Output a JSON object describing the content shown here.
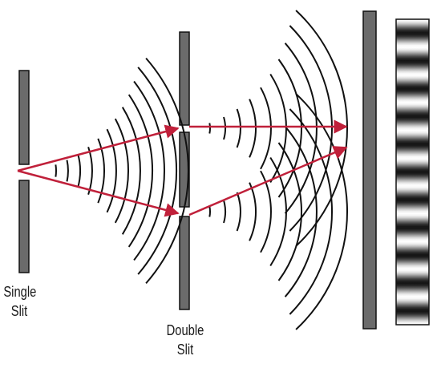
{
  "labels": {
    "single_slit": [
      "Single",
      "Slit"
    ],
    "double_slit": [
      "Double",
      "Slit"
    ]
  },
  "colors": {
    "barrier_fill": "#6b6b6b",
    "barrier_stroke": "#111111",
    "ray": "#c0203a",
    "wave": "#111111",
    "background": "#ffffff"
  },
  "diagram": {
    "single_slit_wave_count": 12,
    "double_slit_wave_count_per_slit": 10,
    "fringe_count": 11
  }
}
